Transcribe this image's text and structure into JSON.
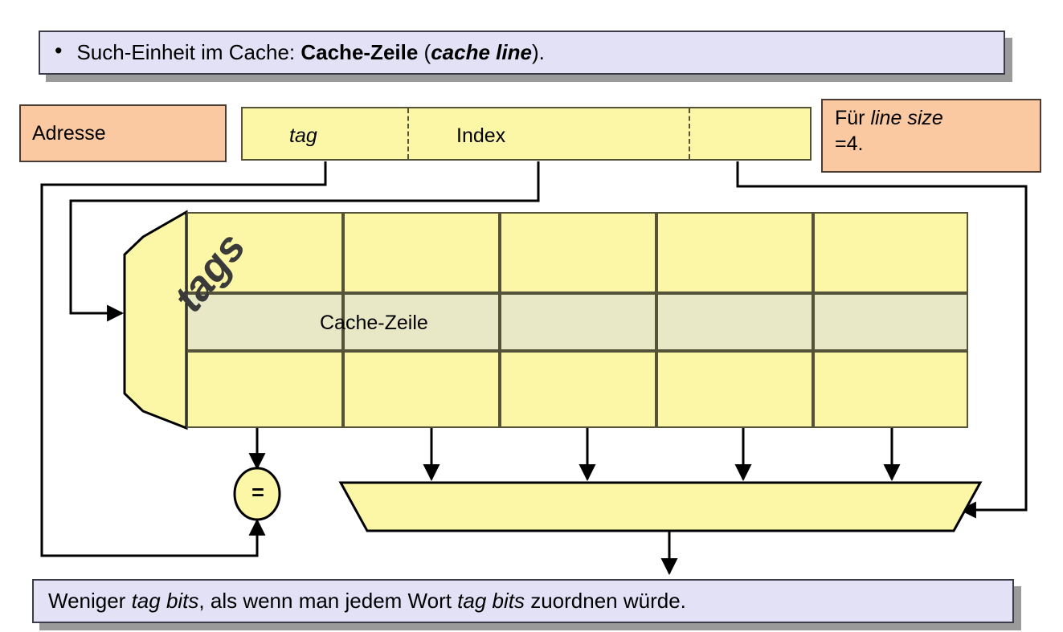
{
  "slide": {
    "top_banner": {
      "bullet": "•",
      "text_plain": "Such-Einheit im Cache: Cache-Zeile (cache line).",
      "prefix": "Such-Einheit im Cache: ",
      "bold_term": "Cache-Zeile",
      "paren_open": " (",
      "bold_italic_term": "cache line",
      "paren_close": ")."
    },
    "bottom_banner": {
      "text_plain": "Weniger tag bits, als wenn man jedem Wort tag bits zuordnen würde.",
      "part1": "Weniger ",
      "italic1": "tag bits",
      "part2": ", als wenn man jedem Wort ",
      "italic2": "tag bits",
      "part3": " zuordnen würde."
    }
  },
  "address": {
    "label": "Adresse",
    "segments": [
      {
        "name": "tag",
        "label": "tag",
        "italic": true
      },
      {
        "name": "index",
        "label": "Index",
        "italic": false
      },
      {
        "name": "offset",
        "label": "",
        "italic": false
      }
    ]
  },
  "note": {
    "line1_prefix": "Für ",
    "line1_italic": "line size",
    "line2": "=4."
  },
  "cache": {
    "tag_array_label": "tags",
    "cache_line_label": "Cache-Zeile",
    "columns": 5,
    "rows": 3,
    "highlighted_row_index": 1
  },
  "comparator": {
    "symbol": "=",
    "name": "tag-comparator"
  },
  "mux": {
    "name": "word-multiplexer",
    "input_count": 4
  },
  "colors": {
    "banner_fill": "#e2e1f5",
    "banner_shadow": "#9a9a9a",
    "peach_fill": "#fac9a1",
    "yellow_fill": "#fbf7a6",
    "highlight_fill": "#e8e7c6",
    "line_stroke": "#000000",
    "cell_border": "#55523a"
  }
}
